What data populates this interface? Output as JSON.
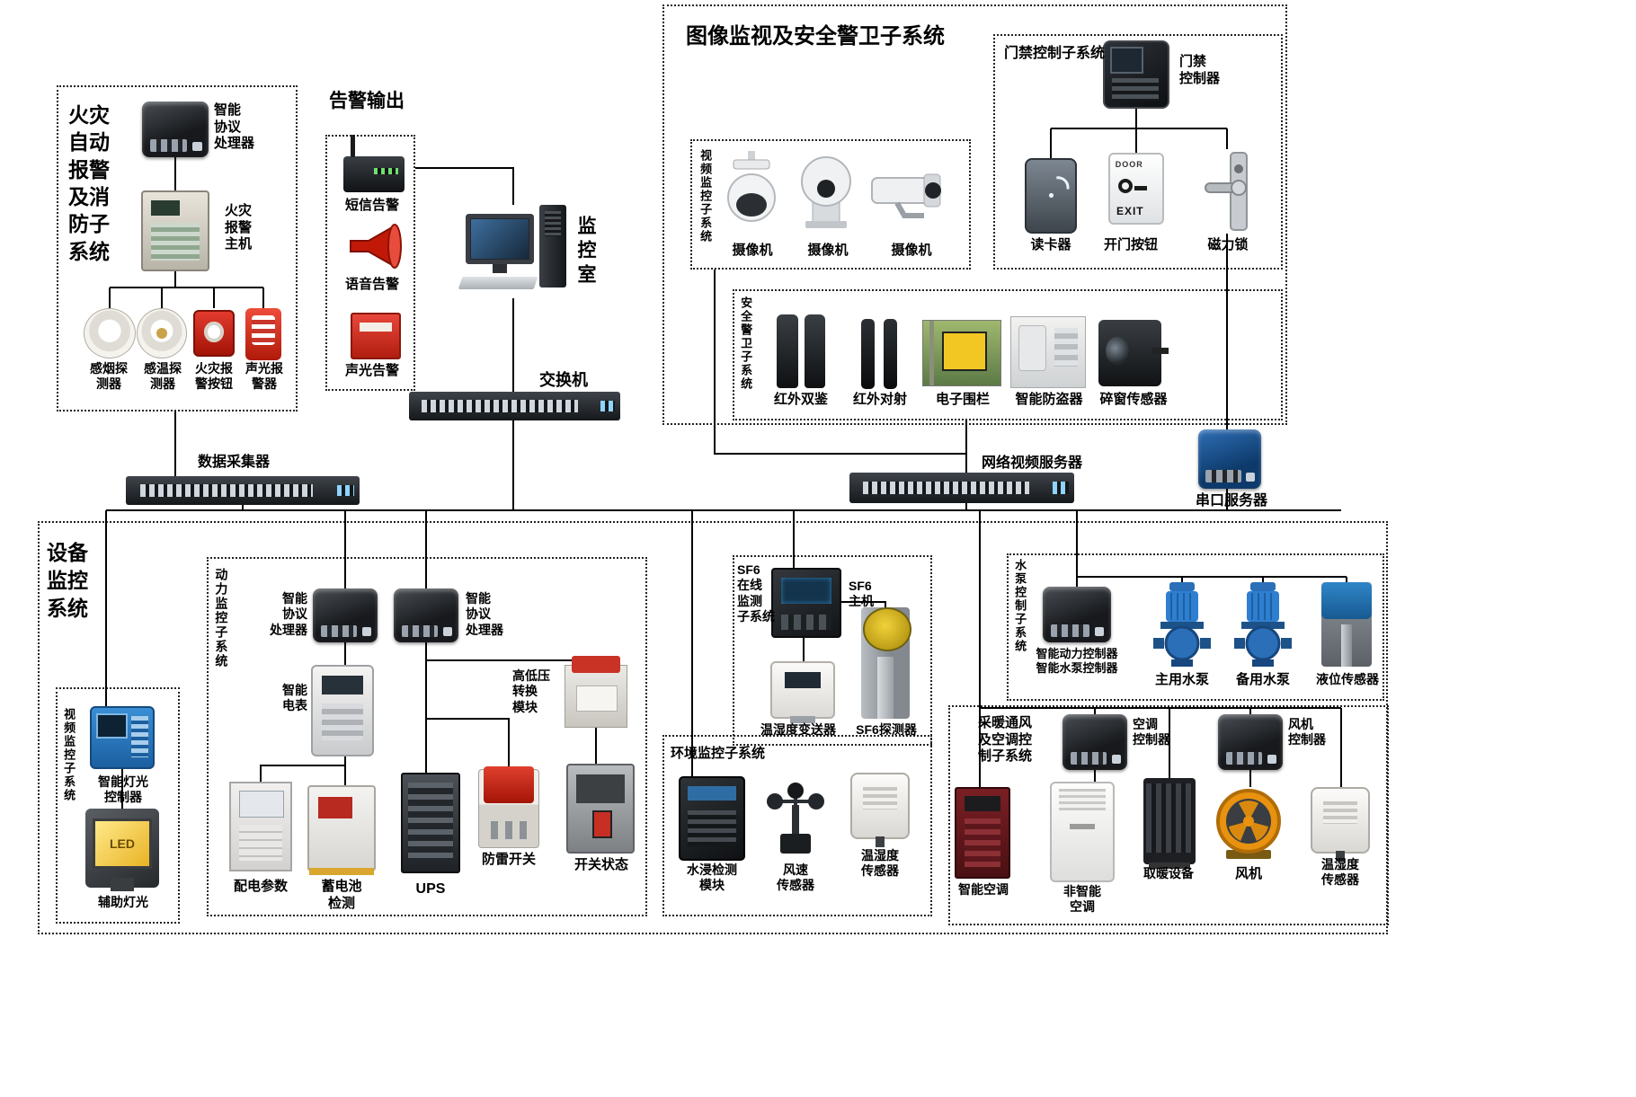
{
  "fire": {
    "title": "火灾\n自动\n报警\n及消\n防子\n系统",
    "processor": "智能\n协议\n处理器",
    "host": "火灾\n报警\n主机",
    "smoke": "感烟探\n测器",
    "temp": "感温探\n测器",
    "button": "火灾报\n警按钮",
    "strobe": "声光报\n警器"
  },
  "alarm_output": {
    "title": "告警输出",
    "sms": "短信告警",
    "voice": "语音告警",
    "sound_light": "声光告警"
  },
  "monitor_room": "监控室",
  "core_switch": "交换机",
  "surveillance": {
    "title": "图像监视及安全警卫子系统",
    "access": {
      "title": "门禁控制子系统",
      "controller": "门禁\n控制器",
      "reader": "读卡器",
      "open_button": "开门按钮",
      "door_text": "DOOR",
      "exit_text": "EXIT",
      "lock": "磁力锁"
    },
    "video": {
      "title": "视频监控子系统",
      "cameras": [
        "摄像机",
        "摄像机",
        "摄像机"
      ]
    },
    "guard": {
      "title": "安全警卫子系统",
      "ir_dual": "红外双鉴",
      "ir_beam": "红外对射",
      "fence": "电子围栏",
      "burglar": "智能防盗器",
      "glass": "碎窗传感器"
    }
  },
  "collector": "数据采集器",
  "nvr": "网络视频服务器",
  "serial_server": "串口服务器",
  "equipment": {
    "title": "设备\n监控\n系统",
    "video_sub": {
      "title": "视频监控子系统",
      "light_ctrl": "智能灯光\n控制器",
      "led": "LED",
      "aux_light": "辅助灯光"
    },
    "power": {
      "title": "动力监控子系统",
      "processor_left": "智能\n协议\n处理器",
      "processor_right": "智能\n协议\n处理器",
      "meter": "智能\n电表",
      "hv_module": "高低压\n转换\n模块",
      "dist": "配电参数",
      "battery": "蓄电池\n检测",
      "ups": "UPS",
      "surge": "防雷开关",
      "breaker": "开关状态"
    },
    "sf6": {
      "title": "SF6\n在线\n监测\n子系统",
      "host": "SF6\n主机",
      "transmitter": "温湿度变送器",
      "detector": "SF6探测器"
    },
    "env": {
      "title": "环境监控子系统",
      "water": "水浸检测\n模块",
      "wind": "风速\n传感器",
      "th": "温湿度\n传感器"
    },
    "pump": {
      "title": "水泵控制子系统",
      "controller": "智能动力控制器\n智能水泵控制器",
      "main": "主用水泵",
      "backup": "备用水泵",
      "level": "液位传感器"
    },
    "hvac": {
      "title": "采暖通风\n及空调控\n制子系统",
      "ac_ctrl": "空调\n控制器",
      "fan_ctrl": "风机\n控制器",
      "smart_ac": "智能空调",
      "plain_ac": "非智能\n空调",
      "heater": "取暖设备",
      "fan": "风机",
      "th": "温湿度\n传感器"
    }
  }
}
